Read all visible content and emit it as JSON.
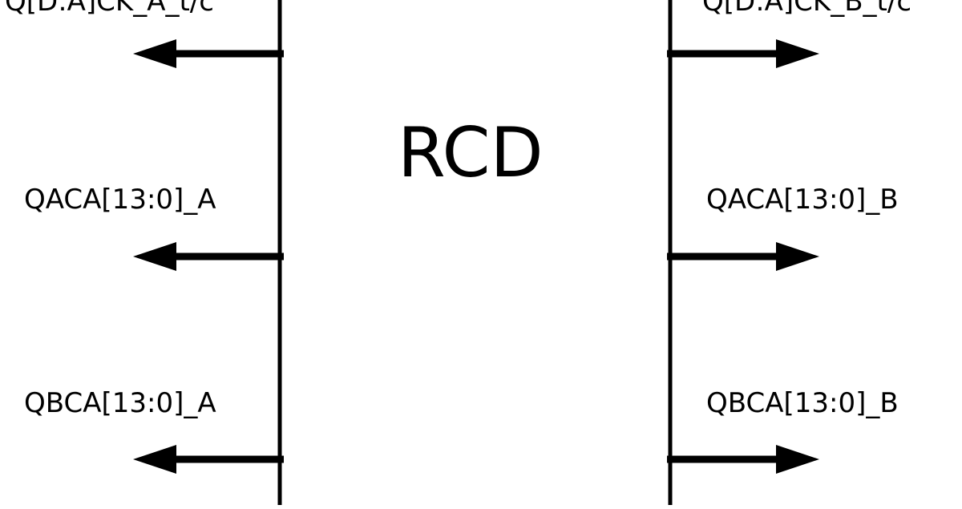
{
  "block": {
    "title": "RCD"
  },
  "left_signals": [
    {
      "label": "Q[D:A]CK_A_t/c",
      "direction": "output"
    },
    {
      "label": "QACA[13:0]_A",
      "direction": "output"
    },
    {
      "label": "QBCA[13:0]_A",
      "direction": "output"
    }
  ],
  "right_signals": [
    {
      "label": "Q[D:A]CK_B_t/c",
      "direction": "output"
    },
    {
      "label": "QACA[13:0]_B",
      "direction": "output"
    },
    {
      "label": "QBCA[13:0]_B",
      "direction": "output"
    }
  ],
  "colors": {
    "line": "#000000",
    "background": "#ffffff"
  }
}
